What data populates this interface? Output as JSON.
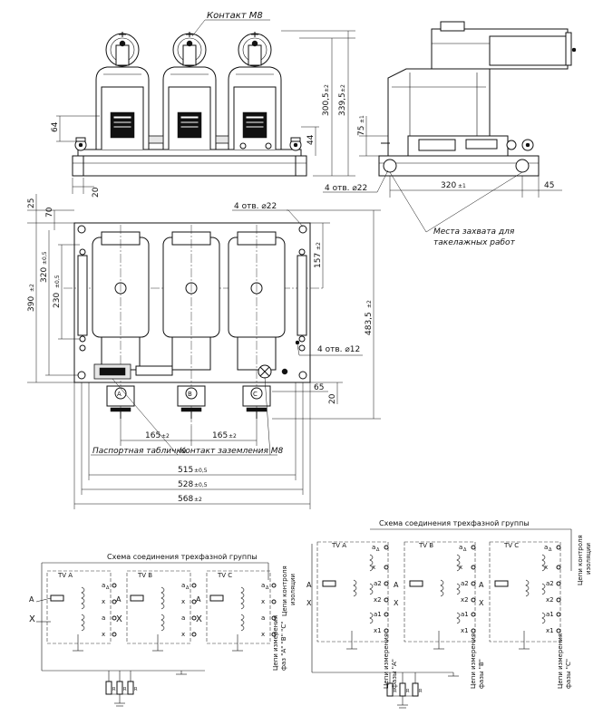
{
  "top_view": {
    "contact_m8": "Контакт М8",
    "dim_300": "300,5",
    "dim_300_tol": "±2",
    "dim_339": "339,5",
    "dim_339_tol": "±2",
    "dim_64": "64",
    "dim_44": "44",
    "dim_20": "20"
  },
  "side_view": {
    "dim_75": "75",
    "dim_75_tol": "±1",
    "holes_22": "4 отв. ⌀22",
    "dim_320": "320",
    "dim_320_tol": "±1",
    "dim_45": "45",
    "lifting_note_1": "Места захвата для",
    "lifting_note_2": "такелажных работ"
  },
  "plan_view": {
    "dim_25": "25",
    "dim_70": "70",
    "dim_390": "390",
    "dim_390_tol": "±2",
    "dim_320": "320",
    "dim_320_tol": "±0,5",
    "dim_230": "230",
    "dim_230_tol": "±0,5",
    "holes_22": "4 отв. ⌀22",
    "dim_157": "157",
    "dim_157_tol": "±2",
    "dim_483": "483,5",
    "dim_483_tol": "±2",
    "holes_12": "4 отв. ⌀12",
    "dim_65": "65",
    "dim_20": "20",
    "phase_a": "A",
    "phase_b": "B",
    "phase_c": "C",
    "dim_165a": "165",
    "dim_165a_tol": "±2",
    "dim_165b": "165",
    "dim_165b_tol": "±2",
    "nameplate": "Паспортная табличка",
    "ground_contact": "Контакт заземления М8",
    "dim_515": "515",
    "dim_515_tol": "±0,5",
    "dim_528": "528",
    "dim_528_tol": "±0,5",
    "dim_568": "568",
    "dim_568_tol": "±2"
  },
  "schematic_left": {
    "title": "Схема соединения трехфазной группы",
    "tv_a": "TV A",
    "tv_b": "TV B",
    "tv_c": "TV C",
    "a": "A",
    "x": "X",
    "a_delta": "а",
    "delta_sub": "Δ",
    "x_delta": "х",
    "a_small": "а",
    "x_small": "х",
    "meas_circuits_1": "Цепи измерения",
    "meas_circuits_2": "фаз \"А\" \"В\" \"С\"",
    "insulation_1": "Цепи контроля",
    "insulation_2": "изоляции",
    "r": "R"
  },
  "schematic_right": {
    "title": "Схема соединения трехфазной группы",
    "tv_a": "TV A",
    "tv_b": "TV B",
    "tv_c": "TV C",
    "a": "A",
    "x": "X",
    "a2": "а2",
    "x2": "х2",
    "a1": "а1",
    "x1": "х1",
    "a_delta": "а",
    "delta_sub": "Δ",
    "x_delta": "х",
    "meas_a_1": "Цепи измерения",
    "meas_a_2": "фазы \"А\"",
    "meas_b_1": "Цепи измерения",
    "meas_b_2": "фазы \"В\"",
    "meas_c_1": "Цепи измерения",
    "meas_c_2": "фазы \"С\"",
    "insulation_1": "Цепи контроля",
    "insulation_2": "изоляции",
    "r": "R"
  }
}
